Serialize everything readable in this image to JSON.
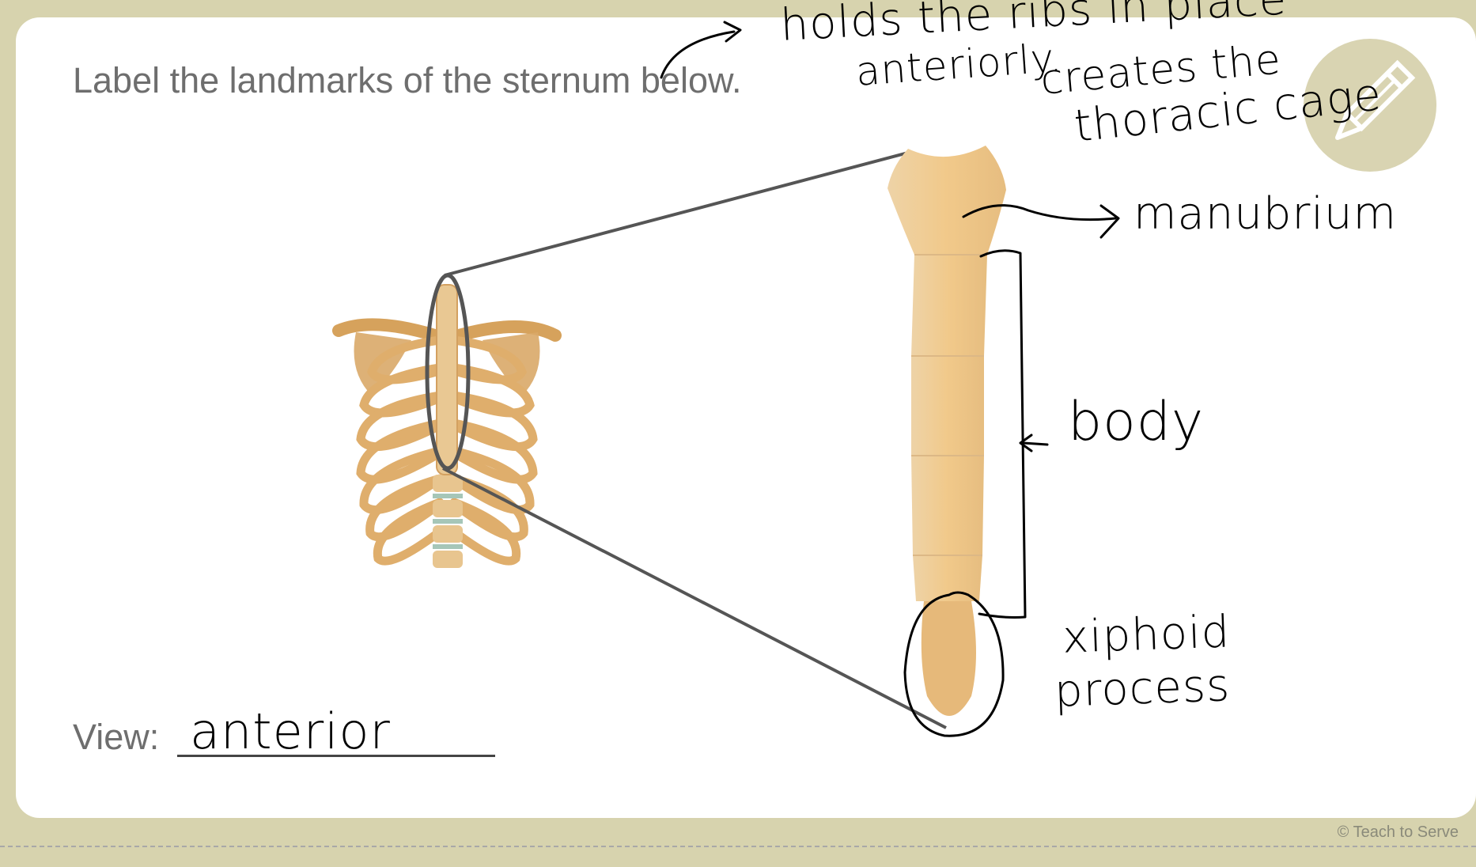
{
  "worksheet": {
    "instruction": "Label the landmarks of the sternum below.",
    "view_label": "View:",
    "copyright": "© Teach to Serve"
  },
  "handwritten": {
    "function_line1": "holds the ribs in place",
    "function_line2": "anteriorly.",
    "function_line3": "creates the",
    "function_line4": "thoracic cage",
    "manubrium": "manubrium",
    "body": "body",
    "xiphoid_line1": "xiphoid",
    "xiphoid_line2": "process",
    "view_answer": "anterior"
  },
  "icons": {
    "edit": "pencil-icon"
  },
  "colors": {
    "frame": "#d7d3ae",
    "bone_light": "#f0cf9b",
    "bone_dark": "#d9a868",
    "cartilage": "#a6c6b8",
    "ink": "#000000"
  }
}
